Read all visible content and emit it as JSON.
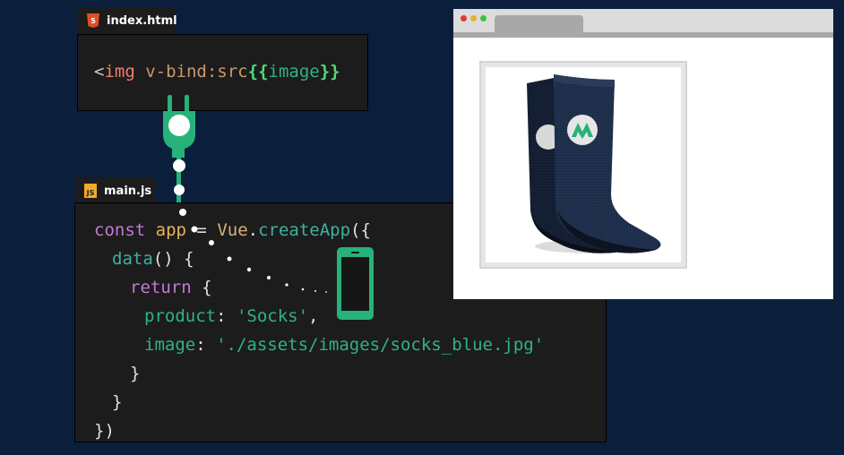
{
  "html_tab": {
    "filename": "index.html",
    "icon": "html5-icon",
    "icon_glyph": "5"
  },
  "html_code": {
    "open": "<",
    "tag": "img",
    "attr": "v-bind:src",
    "brace_open": "{{",
    "binding": "image",
    "brace_close": "}}"
  },
  "js_tab": {
    "filename": "main.js",
    "icon": "js-file-icon",
    "icon_glyph": "JS"
  },
  "js_code": {
    "l1_kw": "const",
    "l1_var": "app",
    "l1_eq": " = ",
    "l1_vue": "Vue",
    "l1_dot": ".",
    "l1_fn": "createApp",
    "l1_rest": "({",
    "l2_fn": "data",
    "l2_rest": "() {",
    "l3_kw": "return",
    "l3_rest": " {",
    "l4_key": "product",
    "l4_colon": ": ",
    "l4_val": "'Socks'",
    "l4_comma": ",",
    "l5_key": "image",
    "l5_colon": ": ",
    "l5_val": "'./assets/images/socks_blue.jpg'",
    "l6": "}",
    "l7": "}",
    "l8": "})"
  },
  "colors": {
    "background": "#0b1e3b",
    "accent_green": "#27b27a",
    "editor_bg": "#1c1c1c"
  },
  "icons": [
    "plug-icon",
    "phone-icon",
    "browser-window",
    "sock-image"
  ]
}
